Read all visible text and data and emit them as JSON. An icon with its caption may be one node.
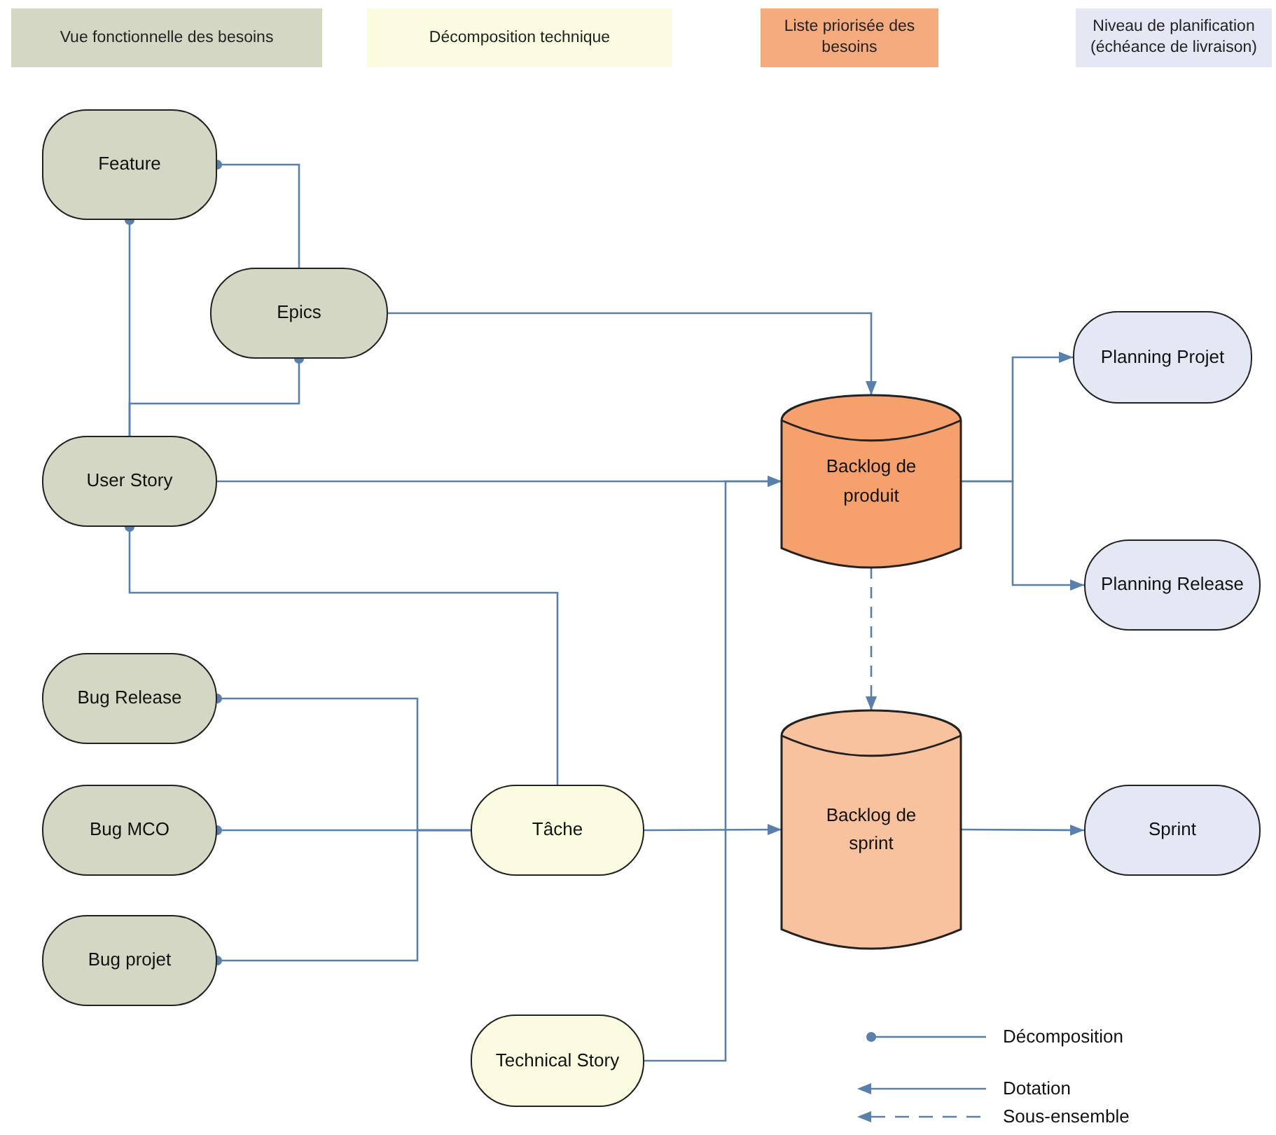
{
  "diagram": {
    "nodes": [
      {
        "text": [
          "Feature"
        ]
      },
      {
        "text": [
          "Epics"
        ]
      },
      {
        "text": [
          "User Story"
        ]
      },
      {
        "text": [
          "Backlog de produit"
        ]
      },
      {
        "text": [
          "Planning Projet"
        ]
      },
      {
        "text": [
          "Planning Release"
        ]
      },
      {
        "text": [
          "Bug Release"
        ]
      },
      {
        "text": [
          "Bug MCO"
        ]
      },
      {
        "text": [
          "Bug projet"
        ]
      },
      {
        "text": [
          "Tâche"
        ]
      },
      {
        "text": [
          "Backlog de sprint"
        ]
      },
      {
        "text": [
          "Sprint"
        ]
      },
      {
        "text": [
          "Technical Story"
        ]
      }
    ],
    "edges": [
      {
        "from": 0,
        "to": 1,
        "arrow": "other"
      },
      {
        "from": 0,
        "to": 2,
        "arrow": "other"
      },
      {
        "from": 1,
        "to": 2,
        "arrow": "other"
      },
      {
        "from": 1,
        "to": 3,
        "arrow": "to"
      },
      {
        "from": 2,
        "to": 3,
        "arrow": "to"
      },
      {
        "from": 12,
        "to": 3,
        "arrow": "to"
      },
      {
        "from": 2,
        "to": 9,
        "arrow": "other"
      },
      {
        "from": 6,
        "to": 9,
        "arrow": "other"
      },
      {
        "from": 7,
        "to": 9,
        "arrow": "other"
      },
      {
        "from": 8,
        "to": 9,
        "arrow": "other"
      },
      {
        "from": 9,
        "to": 10,
        "arrow": "to"
      },
      {
        "from": 3,
        "to": 10,
        "arrow": "to",
        "style": "dashed"
      },
      {
        "from": 3,
        "to": 4,
        "arrow": "to"
      },
      {
        "from": 3,
        "to": 5,
        "arrow": "to"
      },
      {
        "from": 10,
        "to": 11,
        "arrow": "to"
      }
    ],
    "legend": [
      {
        "text": "Vue fonctionnelle des besoins",
        "color": "#d4d7c3"
      },
      {
        "text": "Décomposition technique",
        "color": "#fbfbdf"
      },
      {
        "text": "Liste priorisée des besoins",
        "color": "#f6ab7e"
      },
      {
        "text": "Niveau de planification (échéance de livraison)",
        "color": "#e3e8f4"
      },
      {
        "text": "Décomposition"
      },
      {
        "text": "Dotation"
      },
      {
        "text": "Sous-ensemble"
      }
    ]
  }
}
